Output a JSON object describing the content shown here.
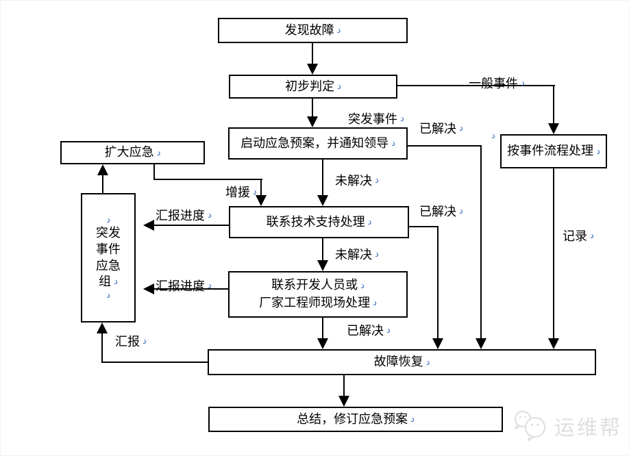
{
  "nodes": {
    "discover_fault": "发现故障",
    "initial_judgement": "初步判定",
    "start_emergency_plan": "启动应急预案，并通知领导",
    "handle_by_event_process": "按事件流程处理",
    "contact_tech_support": "联系技术支持处理",
    "contact_dev_line1": "联系开发人员或",
    "contact_dev_line2": "厂家工程师现场处理",
    "expand_emergency": "扩大应急",
    "emergency_group_lines": [
      "突发",
      "事件",
      "应急",
      "组"
    ],
    "fault_recovery": "故障恢复",
    "summarize_revise_plan": "总结，修订应急预案"
  },
  "edge_labels": {
    "general_event": "一般事件",
    "emergency_event": "突发事件",
    "resolved_1": "已解决",
    "resolved_2": "已解决",
    "resolved_3": "已解决",
    "unresolved_1": "未解决",
    "unresolved_2": "未解决",
    "reinforcement": "增援",
    "report_progress_1": "汇报进度",
    "report_progress_2": "汇报进度",
    "report": "汇报",
    "record": "记录"
  },
  "icons": {
    "paragraph_mark": "د",
    "watermark_icon": "chat-bubbles-icon"
  },
  "colors": {
    "background": "#ffffff",
    "box_border": "#000000",
    "text": "#000000",
    "paragraph_mark": "#3f6fc1",
    "watermark": "#dedede"
  },
  "watermark": {
    "brand": "运维帮"
  }
}
